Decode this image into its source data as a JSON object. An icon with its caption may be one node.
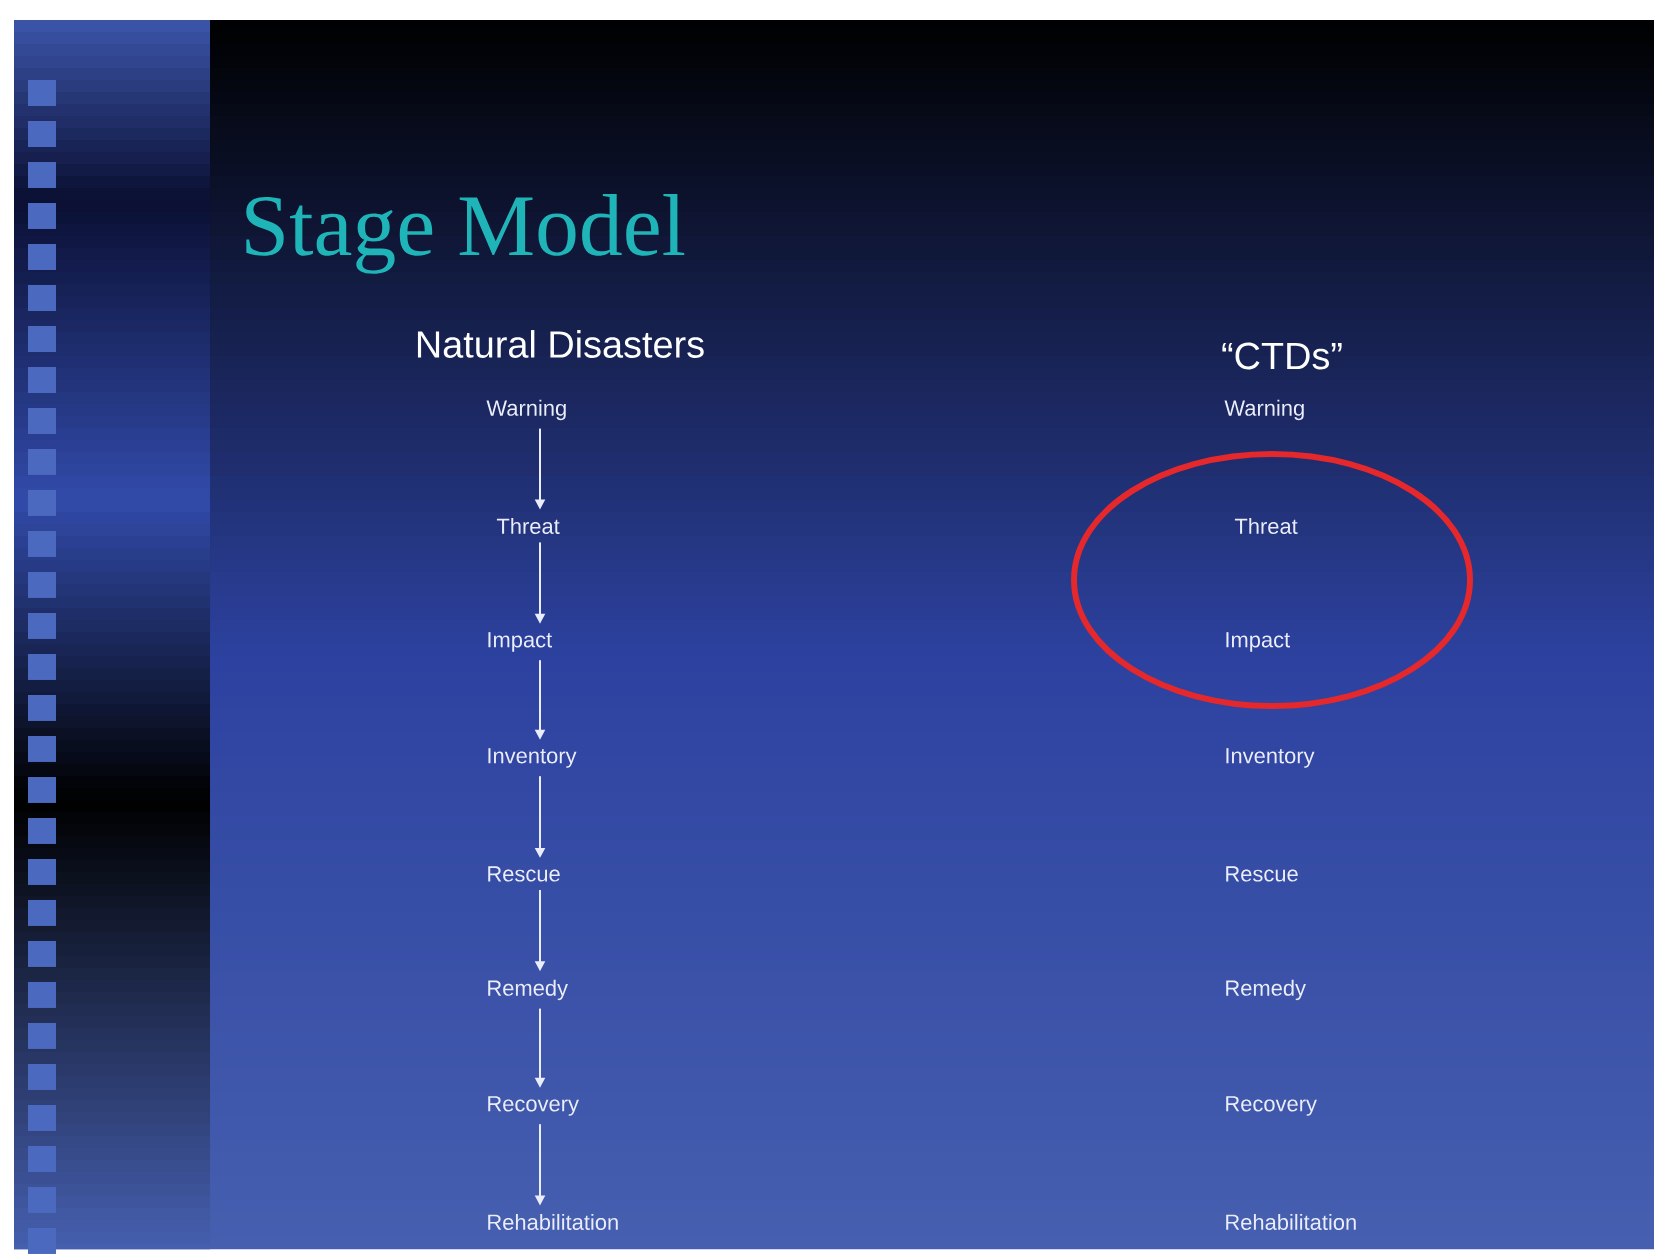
{
  "diagram": {
    "title": "Stage Model",
    "nodes": [
      {
        "text": [
          "Warning"
        ]
      },
      {
        "text": [
          "Threat"
        ]
      },
      {
        "text": [
          "Impact"
        ]
      },
      {
        "text": [
          "Inventory"
        ]
      },
      {
        "text": [
          "Rescue"
        ]
      },
      {
        "text": [
          "Remedy"
        ]
      },
      {
        "text": [
          "Recovery"
        ]
      },
      {
        "text": [
          "Rehabilitation"
        ]
      },
      {
        "text": [
          "Warning"
        ]
      },
      {
        "text": [
          "Threat"
        ]
      },
      {
        "text": [
          "Impact"
        ]
      },
      {
        "text": [
          "Inventory"
        ]
      },
      {
        "text": [
          "Rescue"
        ]
      },
      {
        "text": [
          "Remedy"
        ]
      },
      {
        "text": [
          "Recovery"
        ]
      },
      {
        "text": [
          "Rehabilitation"
        ]
      }
    ],
    "edges": [
      {
        "from": 0,
        "to": 1,
        "arrow": "to"
      },
      {
        "from": 1,
        "to": 2,
        "arrow": "to"
      },
      {
        "from": 2,
        "to": 3,
        "arrow": "to"
      },
      {
        "from": 3,
        "to": 4,
        "arrow": "to"
      },
      {
        "from": 4,
        "to": 5,
        "arrow": "to"
      },
      {
        "from": 5,
        "to": 6,
        "arrow": "to"
      },
      {
        "from": 6,
        "to": 7,
        "arrow": "to"
      }
    ],
    "labels": [
      "Natural Disasters",
      "“CTDs”"
    ]
  }
}
